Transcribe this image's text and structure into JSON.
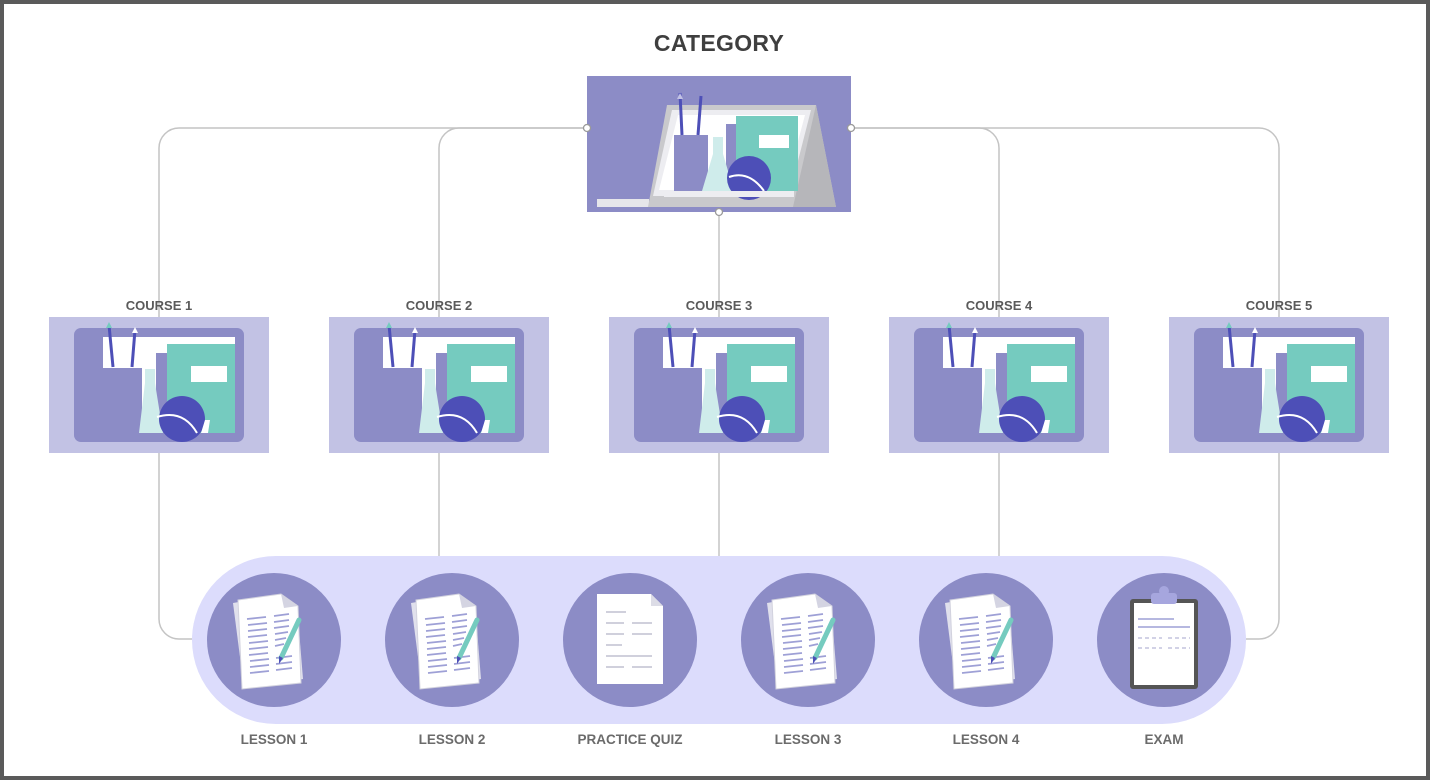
{
  "diagram": {
    "title": "CATEGORY",
    "courses": [
      {
        "label": "COURSE 1"
      },
      {
        "label": "COURSE 2"
      },
      {
        "label": "COURSE 3"
      },
      {
        "label": "COURSE 4"
      },
      {
        "label": "COURSE 5"
      }
    ],
    "items": [
      {
        "label": "LESSON 1",
        "icon": "lesson-document-icon"
      },
      {
        "label": "LESSON 2",
        "icon": "lesson-document-icon"
      },
      {
        "label": "PRACTICE QUIZ",
        "icon": "quiz-document-icon"
      },
      {
        "label": "LESSON 3",
        "icon": "lesson-document-icon"
      },
      {
        "label": "LESSON 4",
        "icon": "lesson-document-icon"
      },
      {
        "label": "EXAM",
        "icon": "clipboard-icon"
      }
    ],
    "colors": {
      "purple": "#8c8cc6",
      "light_purple": "#c2c2e4",
      "lavender_band": "#dcdcfc",
      "teal": "#75cbbf",
      "dark_blue": "#4d4fb7",
      "connector": "#c4c4c4"
    }
  }
}
